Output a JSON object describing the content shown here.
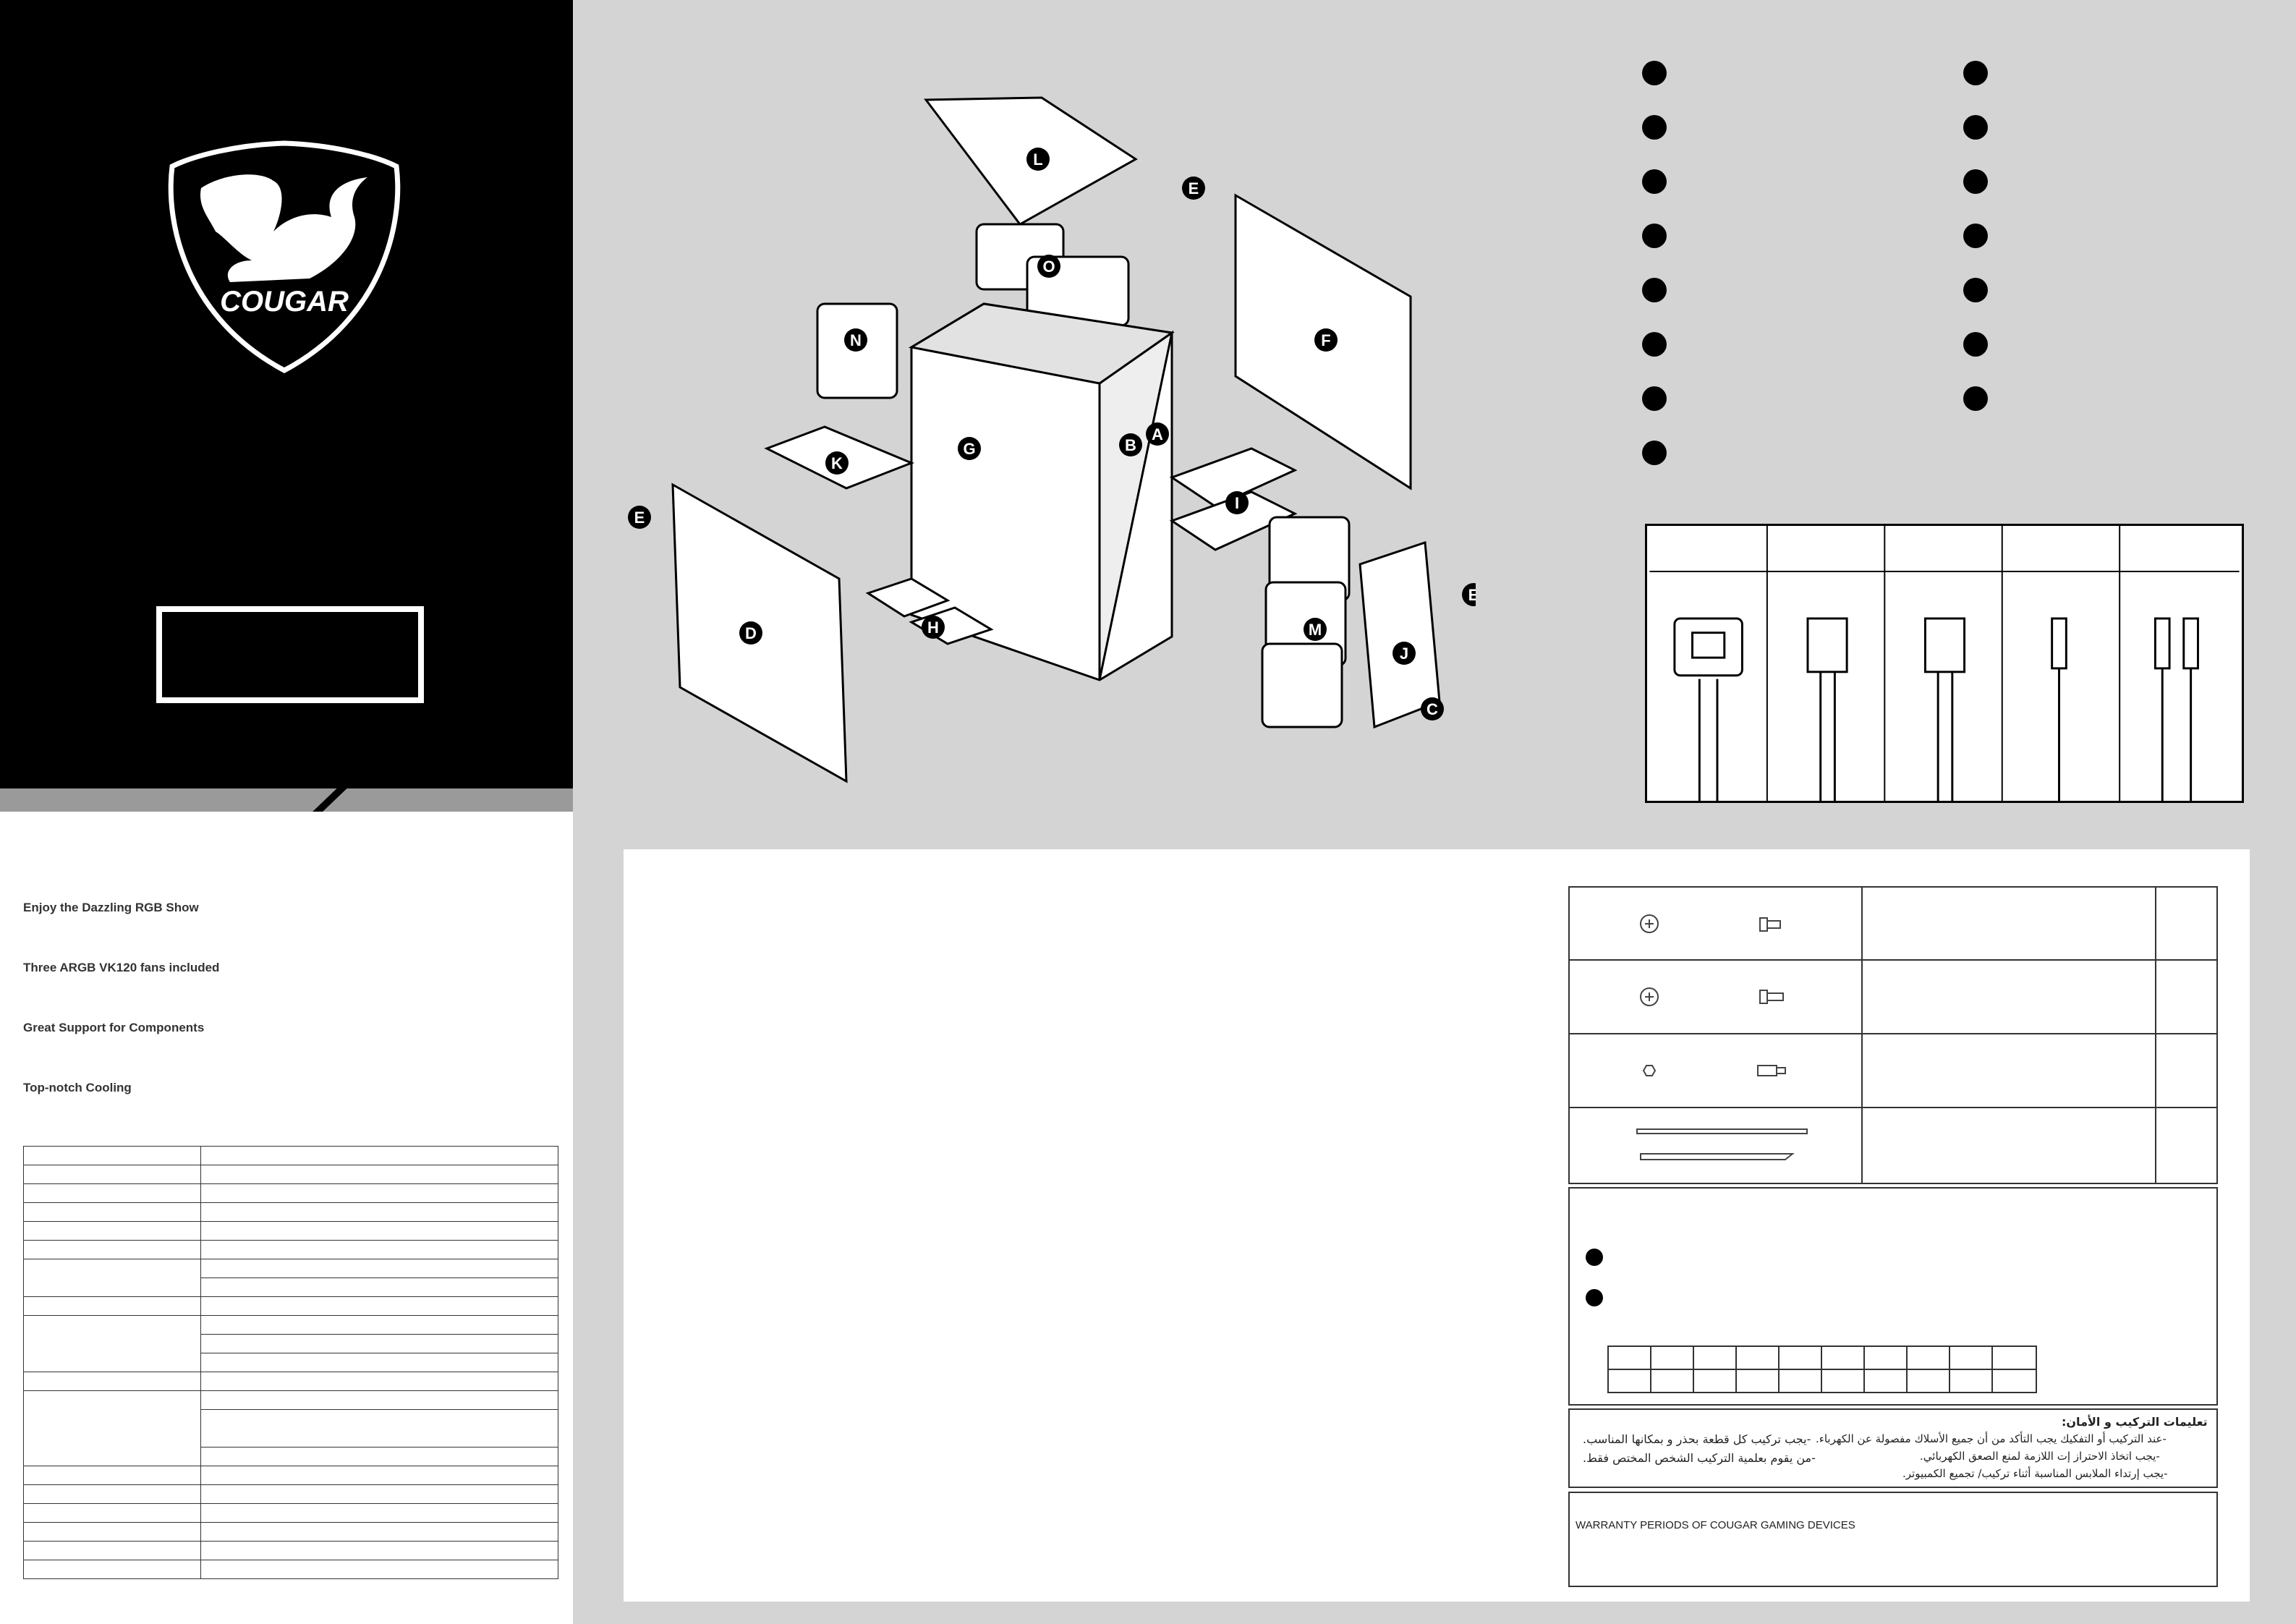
{
  "features": [
    "Enjoy the Dazzling RGB Show",
    "Three ARGB VK120 fans included",
    "Great Support for Components",
    "Top-notch Cooling"
  ],
  "logo_text": "COUGAR",
  "diagram_labels": [
    "L",
    "E",
    "O",
    "F",
    "N",
    "B",
    "A",
    "G",
    "K",
    "E",
    "I",
    "D",
    "H",
    "M",
    "E",
    "J",
    "C"
  ],
  "safety": {
    "title": "تعليمات التركيب و الأمان:",
    "right_lines": [
      "-عند التركيب أو التفكيك يجب التأكد من أن جميع الأسلاك مفصولة عن الكهرباء.",
      "-يجب اتخاذ الاحتراز إت اللازمة لمنع الصعق الكهربائي.",
      "-يجب إرتداء الملابس المناسبة أثناء تركيب/ تجميع الكمبيوتر."
    ],
    "left_lines": [
      "-يجب تركيب كل قطعة بحذر و بمكانها المناسب.",
      "-من يقوم بعلمية التركيب الشخص المختص فقط."
    ]
  },
  "warranty_title": "WARRANTY PERIODS OF COUGAR GAMING DEVICES",
  "colors": {
    "black": "#000000",
    "grey_bg": "#d4d4d4",
    "strip": "#9a9a9a"
  }
}
